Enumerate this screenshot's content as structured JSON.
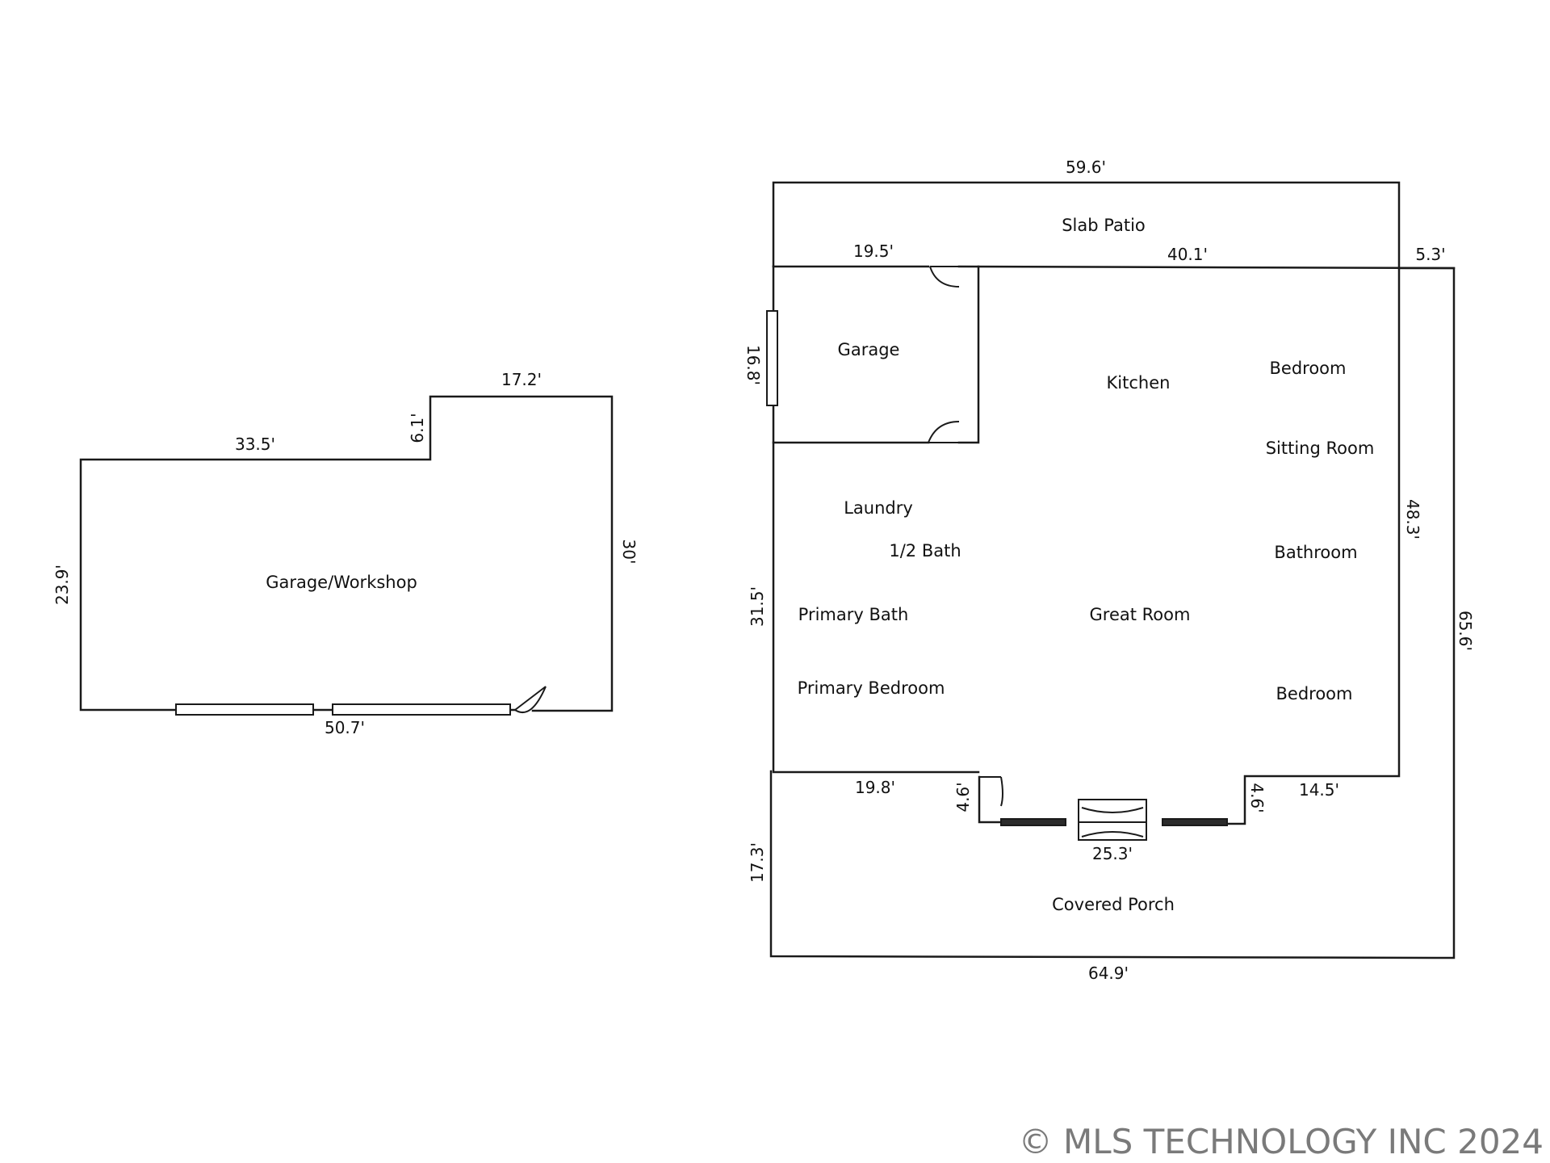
{
  "workshop": {
    "room": "Garage/Workshop",
    "dims": {
      "top_left": "33.5'",
      "step": "6.1'",
      "top_right": "17.2'",
      "right": "30'",
      "left": "23.9'",
      "bottom": "50.7'"
    }
  },
  "house": {
    "rooms": {
      "slab_patio": "Slab Patio",
      "garage": "Garage",
      "kitchen": "Kitchen",
      "bedroom_1": "Bedroom",
      "sitting_room": "Sitting Room",
      "laundry": "Laundry",
      "half_bath": "1/2 Bath",
      "bathroom": "Bathroom",
      "primary_bath": "Primary Bath",
      "great_room": "Great Room",
      "primary_bedroom": "Primary Bedroom",
      "bedroom_2": "Bedroom",
      "covered_porch": "Covered Porch"
    },
    "dims": {
      "top": "59.6'",
      "garage_top": "19.5'",
      "main_top": "40.1'",
      "offset": "5.3'",
      "garage_left": "16.8'",
      "right_inner": "48.3'",
      "right_outer": "65.6'",
      "left_main": "31.5'",
      "porch_left_seg": "19.8'",
      "notch_left": "4.6'",
      "notch_right": "4.6'",
      "porch_right_seg": "14.5'",
      "porch_mid": "25.3'",
      "porch_left": "17.3'",
      "bottom": "64.9'"
    }
  },
  "copyright": "© MLS TECHNOLOGY INC 2024"
}
